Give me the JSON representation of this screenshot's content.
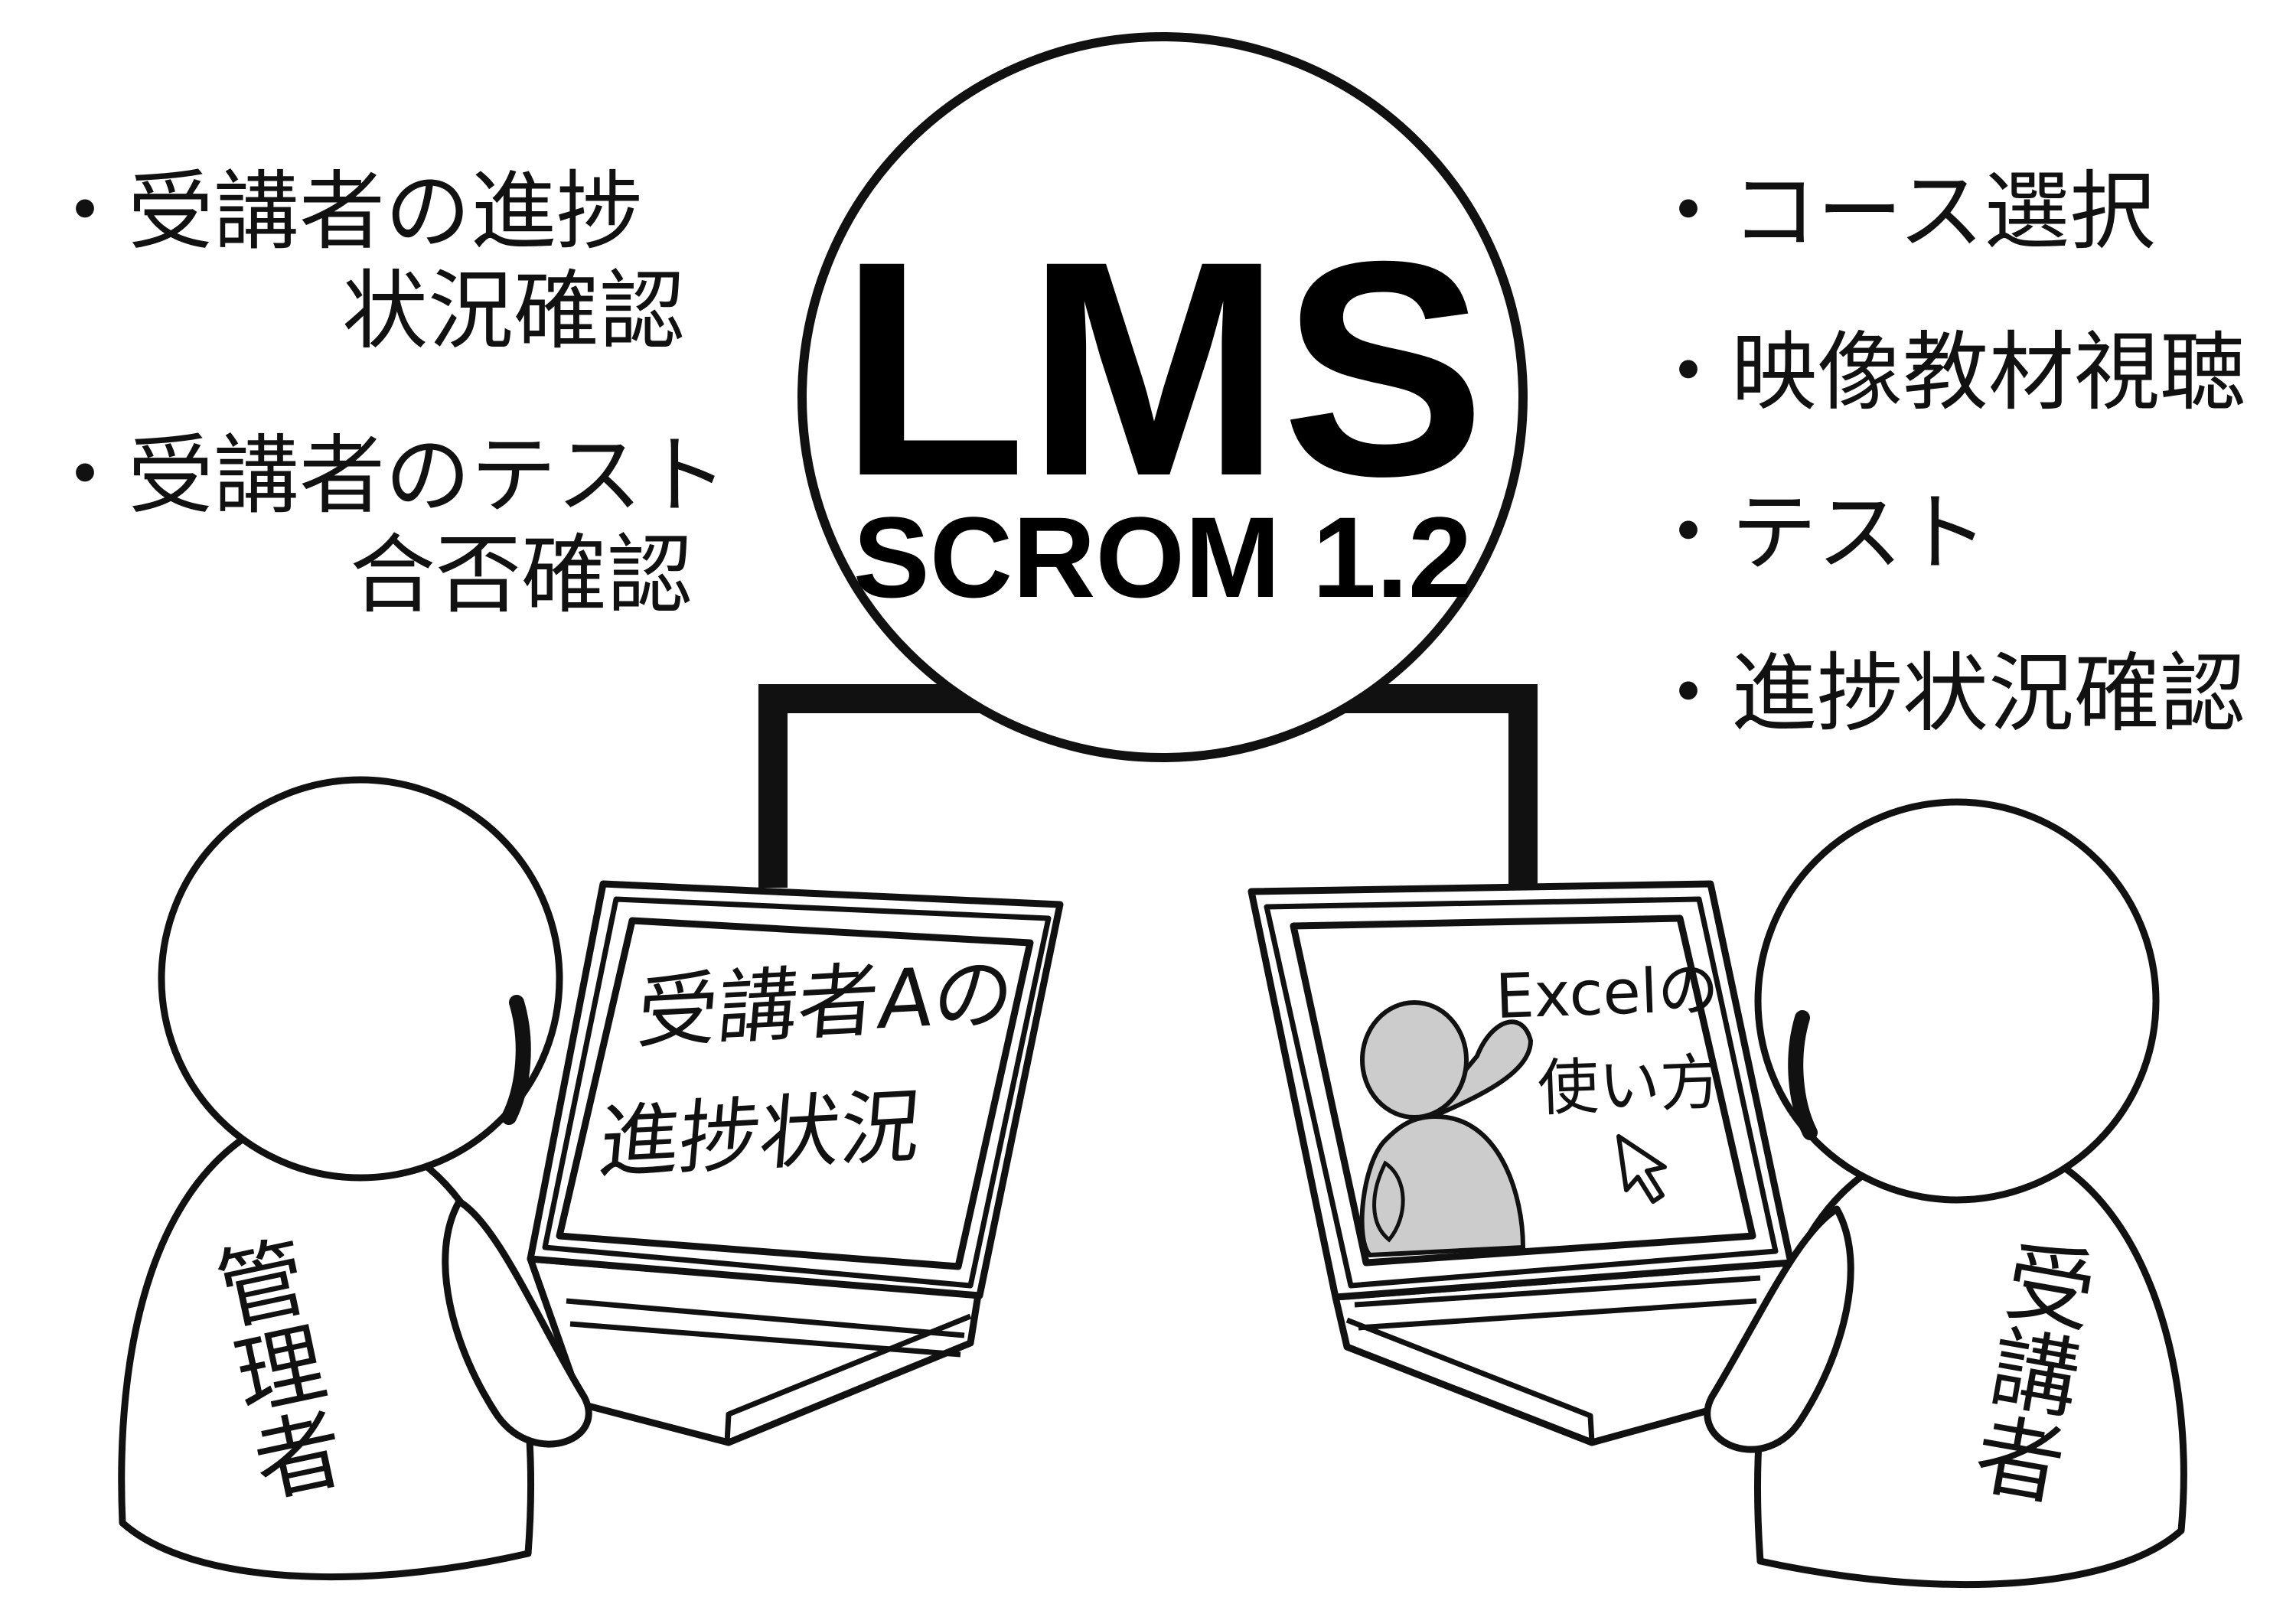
{
  "center": {
    "title": "LMS",
    "subtitle": "SCROM 1.2"
  },
  "admin_functions": [
    {
      "line1": "・受講者の進捗",
      "line2": "状況確認"
    },
    {
      "line1": "・受講者のテスト",
      "line2": "合否確認"
    }
  ],
  "learner_functions": [
    "・コース選択",
    "・映像教材視聴",
    "・テスト",
    "・進捗状況確認"
  ],
  "admin": {
    "label": "管理者",
    "screen_line1": "受講者Aの",
    "screen_line2": "進捗状況"
  },
  "learner": {
    "label": "受講者",
    "screen_line1": "Excelの",
    "screen_line2": "使い方"
  },
  "colors": {
    "line": "#111111",
    "figure_fill": "#cccccc",
    "background": "#ffffff"
  }
}
